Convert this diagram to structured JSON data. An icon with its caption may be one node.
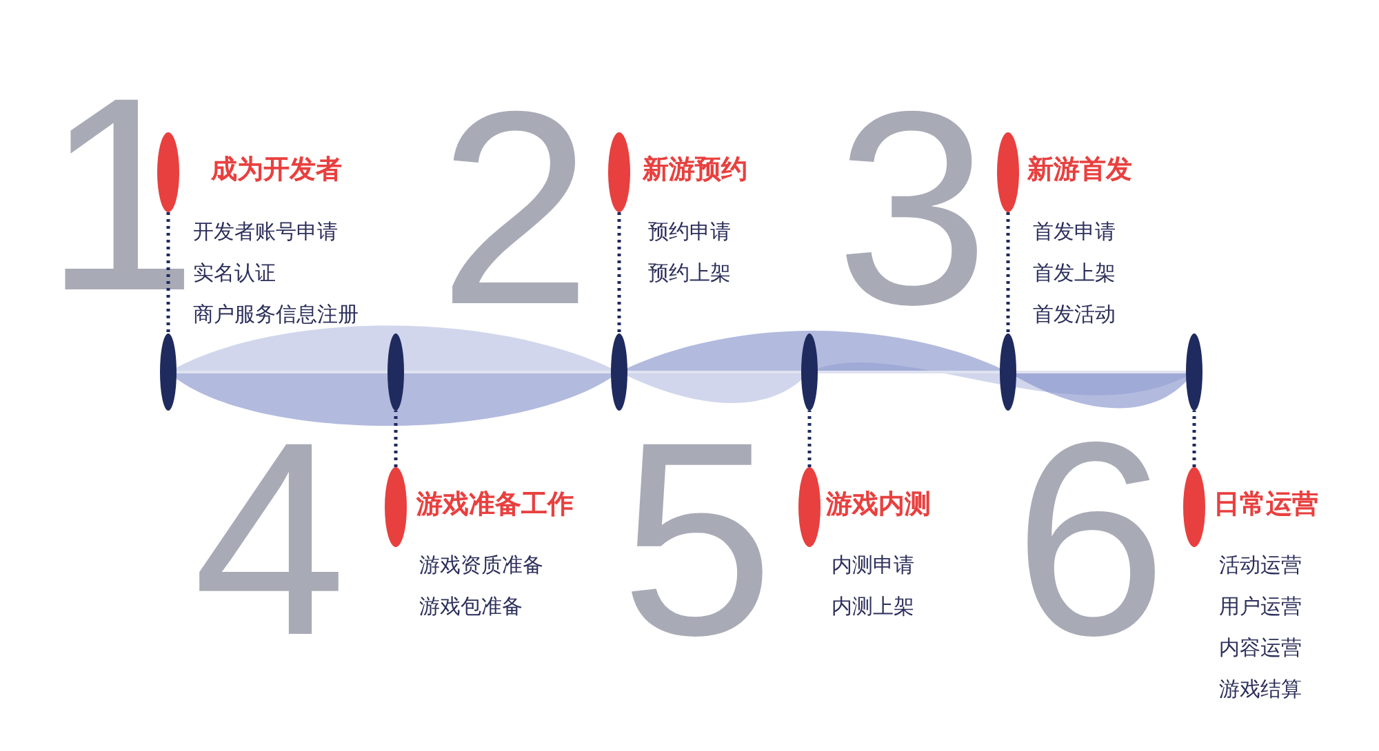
{
  "diagram": {
    "nodes": [
      {
        "text": [],
        "shape": "ellipse",
        "beside": [
          "成为开发者",
          "开发者账号申请",
          "实名认证",
          "商户服务信息注册"
        ]
      },
      {
        "text": [],
        "shape": "ellipse",
        "beside": [
          "新游预约",
          "预约申请",
          "预约上架"
        ]
      },
      {
        "text": [],
        "shape": "ellipse",
        "beside": [
          "新游首发",
          "首发申请",
          "首发上架",
          "首发活动"
        ]
      },
      {
        "text": [],
        "shape": "ellipse",
        "beside": [
          "游戏准备工作",
          "游戏资质准备",
          "游戏包准备"
        ]
      },
      {
        "text": [],
        "shape": "ellipse",
        "beside": [
          "游戏内测",
          "内测申请",
          "内测上架"
        ]
      },
      {
        "text": [],
        "shape": "ellipse",
        "beside": [
          "日常运营",
          "活动运营",
          "用户运营",
          "内容运营",
          "游戏结算"
        ]
      },
      {
        "text": [],
        "shape": "ellipse"
      },
      {
        "text": [],
        "shape": "ellipse"
      },
      {
        "text": [],
        "shape": "ellipse"
      },
      {
        "text": [],
        "shape": "ellipse"
      },
      {
        "text": [],
        "shape": "ellipse"
      },
      {
        "text": [],
        "shape": "ellipse"
      }
    ],
    "edges": [
      {
        "from": 0,
        "to": 6,
        "arrow": "none",
        "style": "dashed"
      },
      {
        "from": 1,
        "to": 8,
        "arrow": "none",
        "style": "dashed"
      },
      {
        "from": 2,
        "to": 10,
        "arrow": "none",
        "style": "dashed"
      },
      {
        "from": 3,
        "to": 7,
        "arrow": "none",
        "style": "dashed"
      },
      {
        "from": 4,
        "to": 9,
        "arrow": "none",
        "style": "dashed"
      },
      {
        "from": 5,
        "to": 11,
        "arrow": "none",
        "style": "dashed"
      },
      {
        "from": 6,
        "to": 7,
        "arrow": "none",
        "color": "#dfe2f0"
      },
      {
        "from": 7,
        "to": 8,
        "arrow": "none",
        "color": "#dfe2f0"
      },
      {
        "from": 8,
        "to": 9,
        "arrow": "none",
        "color": "#dfe2f0"
      },
      {
        "from": 9,
        "to": 10,
        "arrow": "none",
        "color": "#dfe2f0"
      },
      {
        "from": 10,
        "to": 11,
        "arrow": "none",
        "color": "#dfe2f0"
      }
    ],
    "labels": [
      "1",
      "2",
      "3",
      "4",
      "5",
      "6"
    ]
  }
}
